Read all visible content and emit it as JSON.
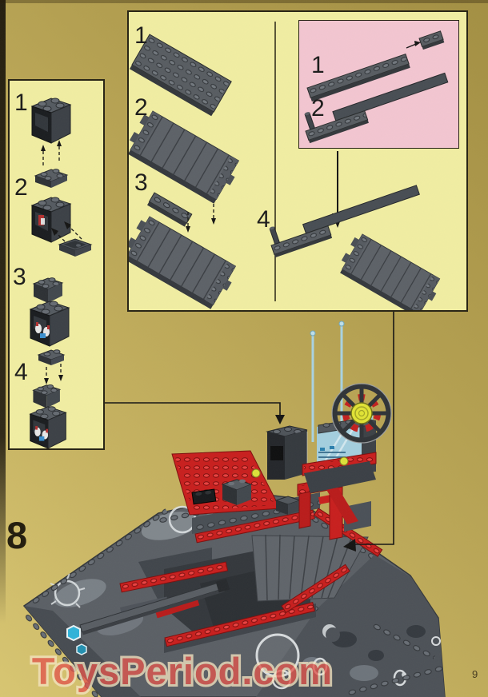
{
  "page": {
    "big_step_number": "8",
    "page_number": "9",
    "watermark": "ToysPeriod.com"
  },
  "left_panel": {
    "steps": [
      "1",
      "2",
      "3",
      "4"
    ]
  },
  "main_panel": {
    "steps": [
      "1",
      "2",
      "3"
    ],
    "step4_label": "4",
    "pink_inset": {
      "steps": [
        "1",
        "2"
      ]
    }
  },
  "colors": {
    "page_background": "#bda95c",
    "panel_yellow": "#f1eea3",
    "inset_pink": "#f3c6d2",
    "lego_red": "#c81e1e",
    "lego_dark_gray": "#565b62",
    "lego_black": "#17191c",
    "antenna_blue": "#a9d3e3",
    "hub_yellow": "#e3e635",
    "watermark_red": "#e2574e"
  }
}
